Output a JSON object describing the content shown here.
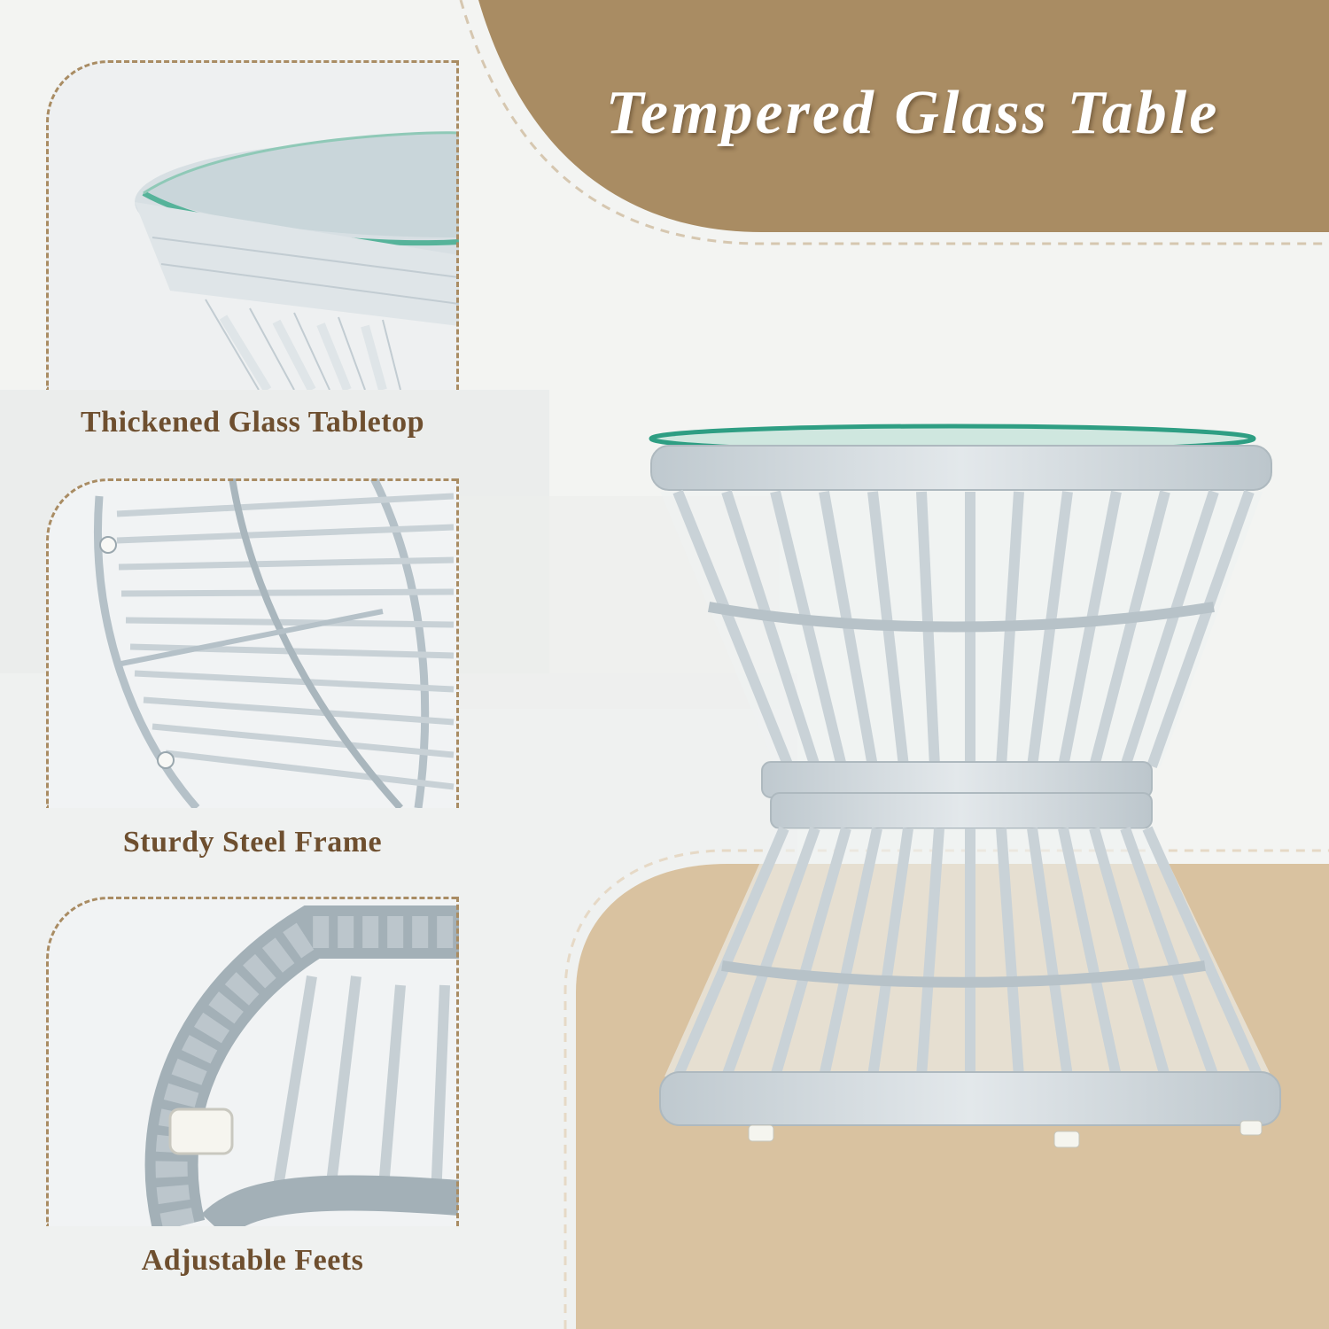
{
  "title": "Tempered Glass Table",
  "features": [
    {
      "caption": "Thickened Glass Tabletop",
      "icon": "glass-tabletop-closeup"
    },
    {
      "caption": "Sturdy Steel Frame",
      "icon": "steel-frame-closeup"
    },
    {
      "caption": "Adjustable Feets",
      "icon": "adjustable-feet-closeup"
    }
  ],
  "colors": {
    "accent_brown": "#a98c63",
    "caption_brown": "#6e4f2f",
    "beige": "#d9c2a0",
    "wicker_gray": "#d3dbe0"
  }
}
